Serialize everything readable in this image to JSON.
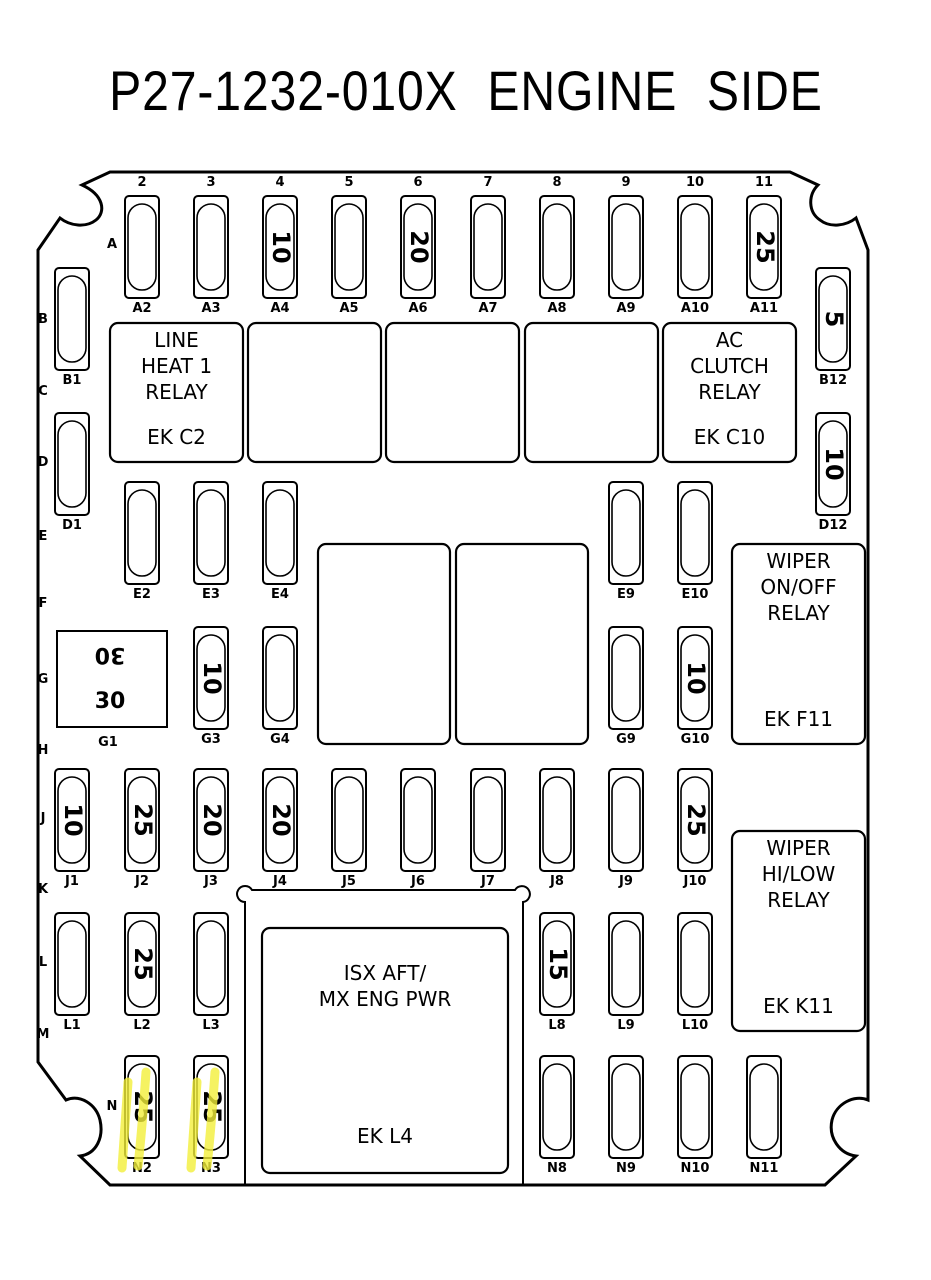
{
  "title": "P27-1232-010X  ENGINE  SIDE",
  "columns": [
    "2",
    "3",
    "4",
    "5",
    "6",
    "7",
    "8",
    "9",
    "10",
    "11"
  ],
  "rows": [
    "A",
    "B",
    "C",
    "D",
    "E",
    "F",
    "G",
    "H",
    "J",
    "K",
    "L",
    "M",
    "N"
  ],
  "fuses": [
    {
      "id": "A2",
      "label": "A2",
      "rating": ""
    },
    {
      "id": "A3",
      "label": "A3",
      "rating": ""
    },
    {
      "id": "A4",
      "label": "A4",
      "rating": "10"
    },
    {
      "id": "A5",
      "label": "A5",
      "rating": ""
    },
    {
      "id": "A6",
      "label": "A6",
      "rating": "20"
    },
    {
      "id": "A7",
      "label": "A7",
      "rating": ""
    },
    {
      "id": "A8",
      "label": "A8",
      "rating": ""
    },
    {
      "id": "A9",
      "label": "A9",
      "rating": ""
    },
    {
      "id": "A10",
      "label": "A10",
      "rating": ""
    },
    {
      "id": "A11",
      "label": "A11",
      "rating": "25"
    },
    {
      "id": "B1",
      "label": "B1",
      "rating": ""
    },
    {
      "id": "B12",
      "label": "B12",
      "rating": "5"
    },
    {
      "id": "D1",
      "label": "D1",
      "rating": ""
    },
    {
      "id": "D12",
      "label": "D12",
      "rating": "10"
    },
    {
      "id": "E2",
      "label": "E2",
      "rating": ""
    },
    {
      "id": "E3",
      "label": "E3",
      "rating": ""
    },
    {
      "id": "E4",
      "label": "E4",
      "rating": ""
    },
    {
      "id": "E9",
      "label": "E9",
      "rating": ""
    },
    {
      "id": "E10",
      "label": "E10",
      "rating": ""
    },
    {
      "id": "G3",
      "label": "G3",
      "rating": "10"
    },
    {
      "id": "G4",
      "label": "G4",
      "rating": ""
    },
    {
      "id": "G9",
      "label": "G9",
      "rating": ""
    },
    {
      "id": "G10",
      "label": "G10",
      "rating": "10"
    },
    {
      "id": "J1",
      "label": "J1",
      "rating": "10"
    },
    {
      "id": "J2",
      "label": "J2",
      "rating": "25"
    },
    {
      "id": "J3",
      "label": "J3",
      "rating": "20"
    },
    {
      "id": "J4",
      "label": "J4",
      "rating": "20"
    },
    {
      "id": "J5",
      "label": "J5",
      "rating": ""
    },
    {
      "id": "J6",
      "label": "J6",
      "rating": ""
    },
    {
      "id": "J7",
      "label": "J7",
      "rating": ""
    },
    {
      "id": "J8",
      "label": "J8",
      "rating": ""
    },
    {
      "id": "J9",
      "label": "J9",
      "rating": ""
    },
    {
      "id": "J10",
      "label": "J10",
      "rating": "25"
    },
    {
      "id": "L1",
      "label": "L1",
      "rating": ""
    },
    {
      "id": "L2",
      "label": "L2",
      "rating": "25"
    },
    {
      "id": "L3",
      "label": "L3",
      "rating": ""
    },
    {
      "id": "L8",
      "label": "L8",
      "rating": "15"
    },
    {
      "id": "L9",
      "label": "L9",
      "rating": ""
    },
    {
      "id": "L10",
      "label": "L10",
      "rating": ""
    },
    {
      "id": "N2",
      "label": "N2",
      "rating": "25",
      "highlighted": true
    },
    {
      "id": "N3",
      "label": "N3",
      "rating": "25",
      "highlighted": true
    },
    {
      "id": "N8",
      "label": "N8",
      "rating": ""
    },
    {
      "id": "N9",
      "label": "N9",
      "rating": ""
    },
    {
      "id": "N10",
      "label": "N10",
      "rating": ""
    },
    {
      "id": "N11",
      "label": "N11",
      "rating": ""
    }
  ],
  "relays": [
    {
      "id": "c2",
      "lines": [
        "LINE",
        "HEAT 1",
        "RELAY"
      ],
      "code": "EK  C2"
    },
    {
      "id": "c4",
      "lines": [],
      "code": ""
    },
    {
      "id": "c6",
      "lines": [],
      "code": ""
    },
    {
      "id": "c8",
      "lines": [],
      "code": ""
    },
    {
      "id": "c10",
      "lines": [
        "AC",
        "CLUTCH",
        "RELAY"
      ],
      "code": "EK  C10"
    },
    {
      "id": "f5",
      "lines": [],
      "code": ""
    },
    {
      "id": "f7",
      "lines": [],
      "code": ""
    },
    {
      "id": "f11",
      "lines": [
        "WIPER",
        "ON/OFF",
        "RELAY"
      ],
      "code": "EK  F11"
    },
    {
      "id": "k11",
      "lines": [
        "WIPER",
        "HI/LOW",
        "RELAY"
      ],
      "code": "EK  K11"
    },
    {
      "id": "l4",
      "lines": [
        "ISX AFT/",
        "MX ENG PWR"
      ],
      "code": "EK  L4"
    }
  ],
  "breaker": {
    "label": "G1",
    "top": "30",
    "bottom": "30"
  },
  "highlight_color": "#f2ef3a"
}
